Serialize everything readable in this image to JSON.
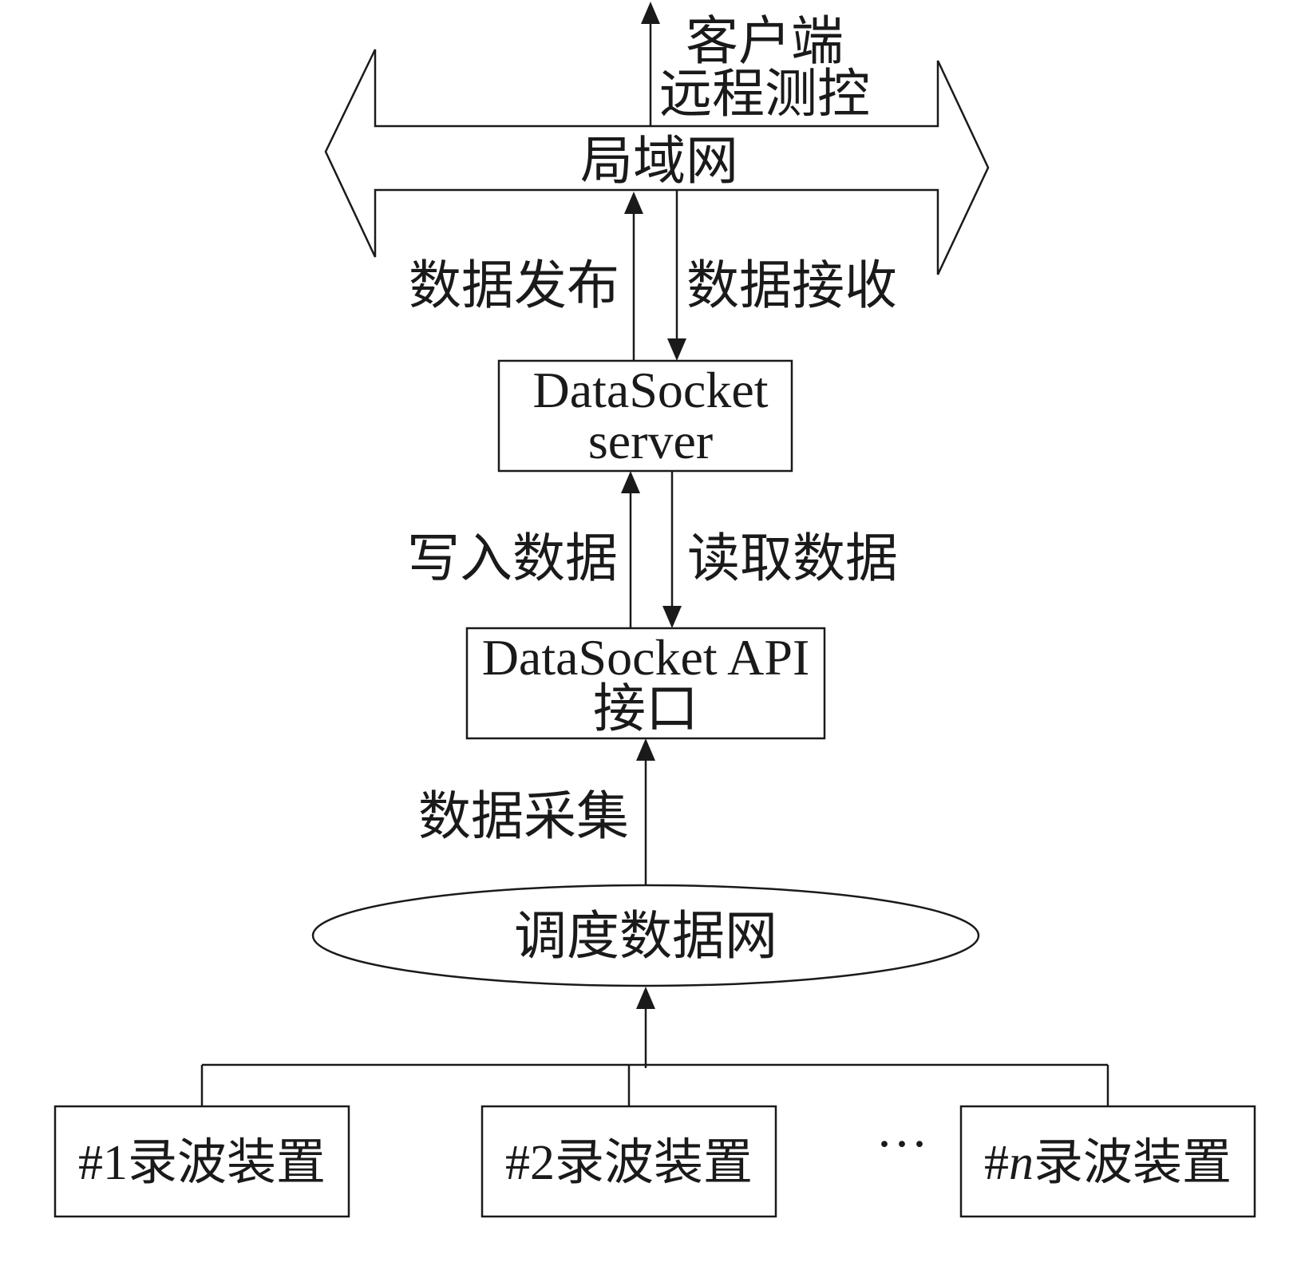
{
  "lan": {
    "label": "局域网",
    "client_line1": "客户端",
    "client_line2": "远程测控"
  },
  "links": {
    "publish": "数据发布",
    "receive": "数据接收",
    "write": "写入数据",
    "read": "读取数据",
    "acquire": "数据采集"
  },
  "server": {
    "line1": "DataSocket",
    "line2": "server"
  },
  "api": {
    "line1": "DataSocket API",
    "line2": "接口"
  },
  "dispatch_network": {
    "label": "调度数据网"
  },
  "devices": [
    {
      "prefix": "#1",
      "label": "录波装置"
    },
    {
      "prefix": "#2",
      "label": "录波装置"
    },
    {
      "prefix": "#n",
      "label": "录波装置"
    }
  ],
  "ellipsis": "···"
}
